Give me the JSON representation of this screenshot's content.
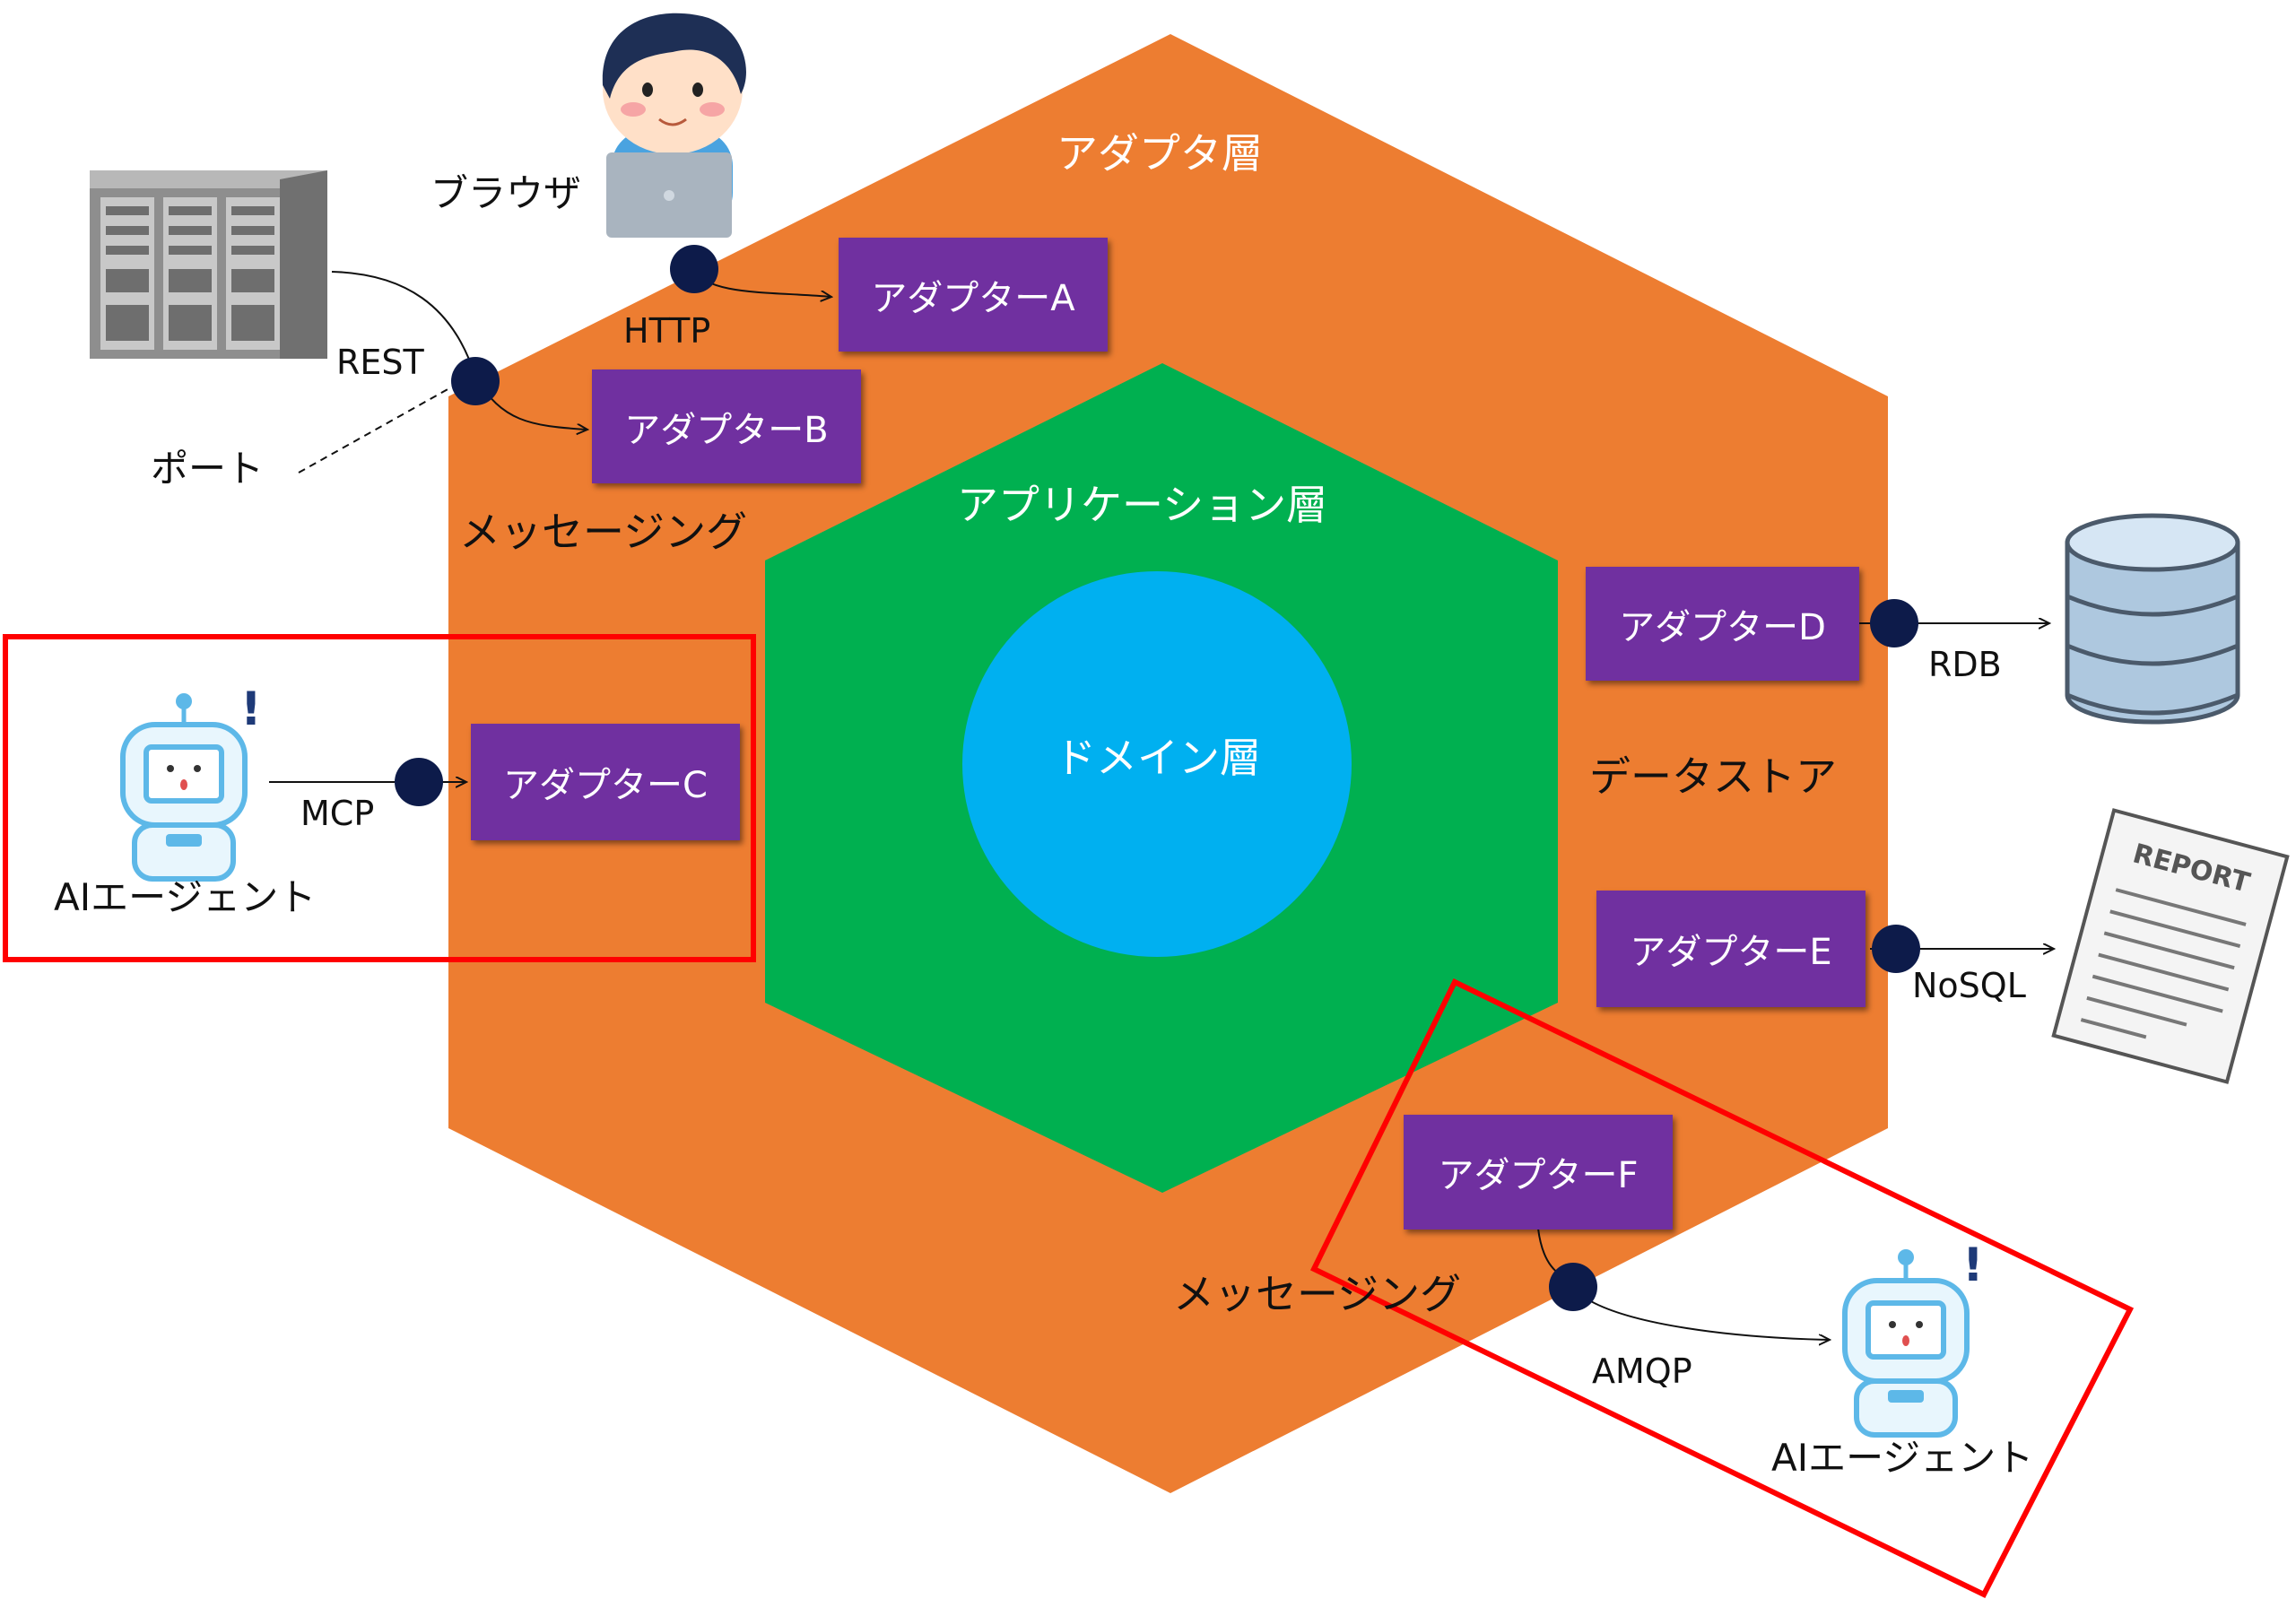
{
  "layers": {
    "adapter_layer": "アダプタ層",
    "application_layer": "アプリケーション層",
    "domain_layer": "ドメイン層"
  },
  "adapters": {
    "a": "アダプターA",
    "b": "アダプターB",
    "c": "アダプターC",
    "d": "アダプターD",
    "e": "アダプターE",
    "f": "アダプターF"
  },
  "protocols": {
    "http": "HTTP",
    "rest": "REST",
    "mcp": "MCP",
    "rdb": "RDB",
    "nosql": "NoSQL",
    "amqp": "AMQP"
  },
  "labels": {
    "browser": "ブラウザ",
    "port": "ポート",
    "messaging_top": "メッセージング",
    "messaging_bottom": "メッセージング",
    "datastore": "データストア",
    "ai_agent_left": "AIエージェント",
    "ai_agent_right": "AIエージェント",
    "report_text": "REPORT"
  },
  "colors": {
    "adapter_layer": "#ed7d31",
    "application_layer": "#00b050",
    "domain_layer": "#00b0f0",
    "adapter": "#7030a0",
    "port": "#0d1b4a",
    "highlight": "#ff0000"
  }
}
